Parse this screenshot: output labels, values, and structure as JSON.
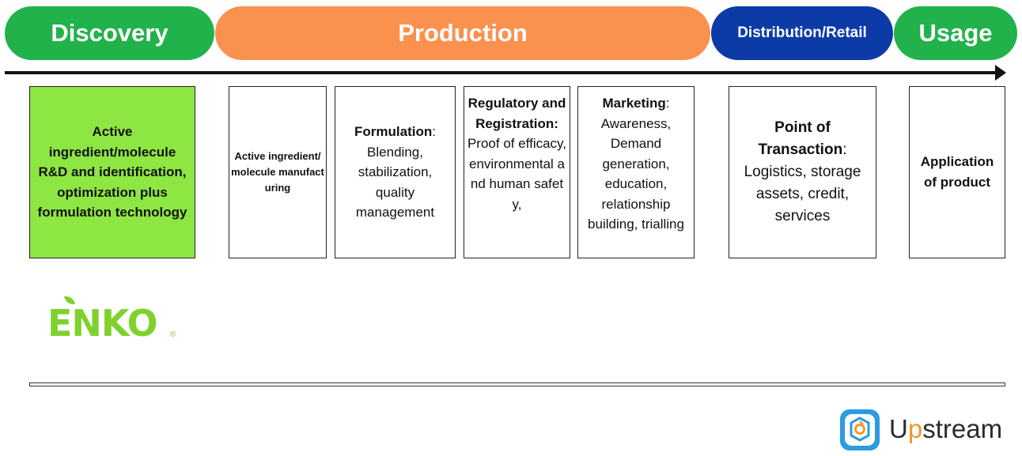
{
  "colors": {
    "discovery": "#22b24c",
    "production": "#fb914f",
    "distribution": "#0c3ba8",
    "usage": "#22b24c",
    "highlight_box": "#8ee642",
    "enko_logo": "#7fd12e",
    "upstream_icon": "#2d9be0",
    "upstream_accent": "#f09a2e"
  },
  "stages": {
    "discovery": "Discovery",
    "production": "Production",
    "distribution": "Distribution/Retail",
    "usage": "Usage"
  },
  "boxes": {
    "b1": {
      "text": "Active ingredient/molecule R&D and identification, optimization plus formulation technology"
    },
    "b2": {
      "text": "Active ingredient/molecule manufacturing"
    },
    "b3": {
      "title": "Formulation",
      "sep": ":",
      "body": "Blending, stabilization, quality management"
    },
    "b4": {
      "title": "Regulatory and Registration:",
      "body": "Proof of efficacy, environmental and human safety,"
    },
    "b5": {
      "title": "Marketing",
      "sep": ":",
      "body": "Awareness, Demand generation, education, relationship building, trialling"
    },
    "b6": {
      "title": "Point of Transaction",
      "sep": ":",
      "body": "Logistics, storage assets, credit, services"
    },
    "b7": {
      "text": "Application of product"
    }
  },
  "logos": {
    "enko": "ENKO",
    "enko_reg": "®",
    "upstream_prefix": "U",
    "upstream_highlight": "p",
    "upstream_suffix": "stream"
  }
}
